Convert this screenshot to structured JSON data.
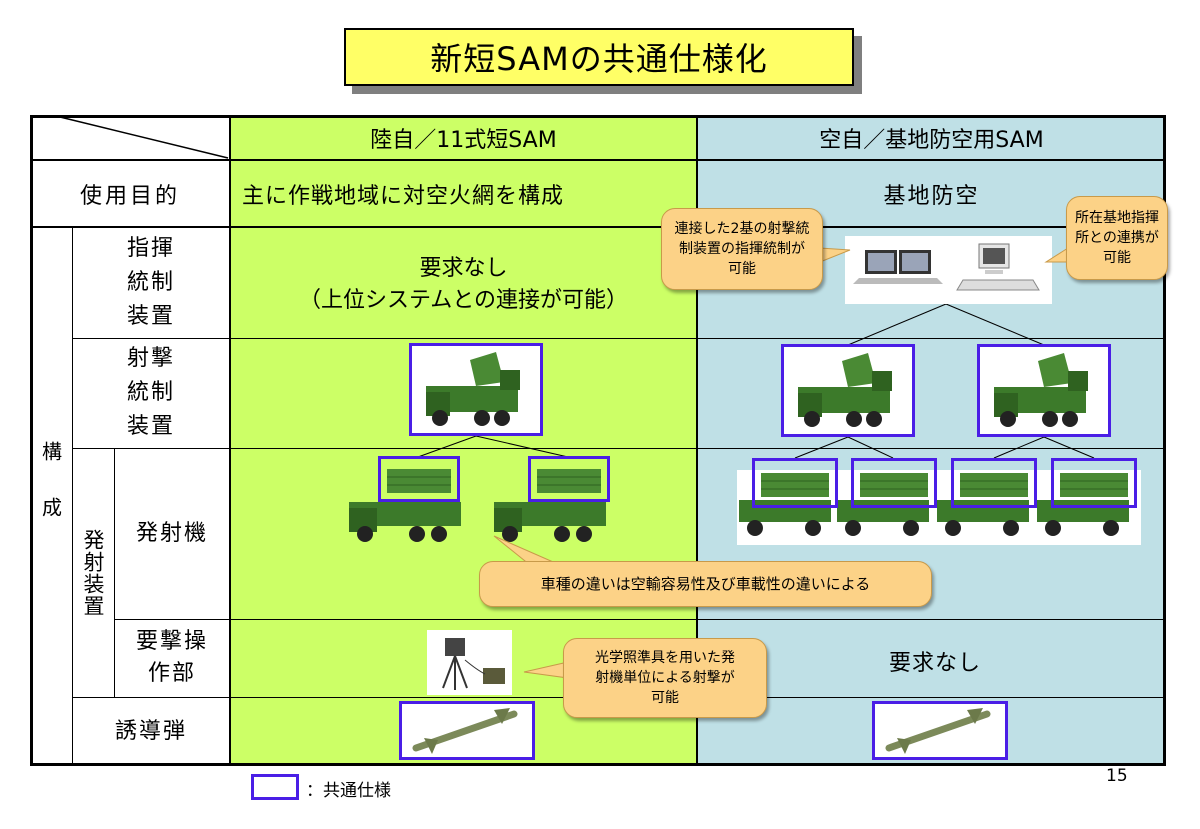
{
  "title": "新短SAMの共通仕様化",
  "columns": {
    "gsdf": "陸自／11式短SAM",
    "asdf": "空自／基地防空用SAM"
  },
  "rows": {
    "purpose": {
      "label": "使用目的",
      "gsdf": "主に作戦地域に対空火網を構成",
      "asdf": "基地防空"
    },
    "group_label": "構成",
    "command": {
      "label": "指揮統制装置",
      "gsdf_line1": "要求なし",
      "gsdf_line2": "（上位システムとの連接が可能）"
    },
    "fire_control": {
      "label": "射撃統制装置"
    },
    "launch_group_label": "発射装置",
    "launcher": {
      "label": "発射機"
    },
    "manual": {
      "label": "要撃操作部",
      "asdf": "要求なし"
    },
    "missile": {
      "label": "誘導弾"
    }
  },
  "callouts": {
    "connect_two": "連接した2基の射撃統制装置の指揮統制が可能",
    "base_hq": "所在基地指揮所との連携が可能",
    "vehicle_diff": "車種の違いは空輸容易性及び車載性の違いによる",
    "optical": "光学照準具を用いた発射機単位による射撃が可能"
  },
  "legend": {
    "label": "：共通仕様"
  },
  "page_number": "15",
  "colors": {
    "title_bg": "#ffff66",
    "gsdf_bg": "#ccff66",
    "asdf_bg": "#bfe0e6",
    "common_spec": "#4a1ee6",
    "callout_bg": "#fcd287"
  }
}
